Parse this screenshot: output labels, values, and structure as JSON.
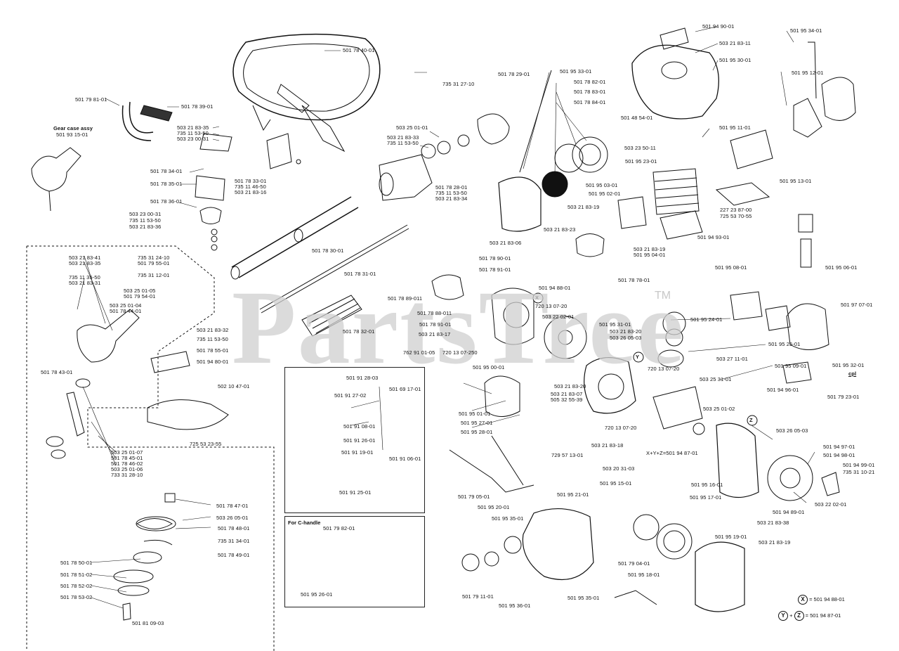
{
  "watermark": "PartsTree",
  "trademark": "TM",
  "titles": {
    "gear_case": "Gear case assy",
    "c_handle": "For C-handle",
    "cpl": "cpl",
    "xyz": "X+Y+Z=501 94 87-01"
  },
  "legend": {
    "x_symbol": "X",
    "x_part": "= 501 94 88-01",
    "y_symbol": "Y",
    "z_symbol": "Z",
    "plus": "+",
    "yz_part": "= 501 94 87-01"
  },
  "callouts": {
    "x": "X",
    "y": "Y",
    "z": "Z"
  },
  "labels": [
    "501 78 40-01",
    "501 78 39-01",
    "501 79 81-01",
    "501 93 15-01",
    "503 21 83-35",
    "735 11 53-50",
    "503 23 00-31",
    "501 78 34-01",
    "501 78 35-01",
    "501 78 36-01",
    "503 23 00-31",
    "735 11 53-50",
    "503 21 83-36",
    "501 78 33-01",
    "735 11 46-50",
    "503 21 83-16",
    "503 21 83-33",
    "735 11 53-50",
    "503 25 01-01",
    "735 31 27-10",
    "501 78 29-01",
    "501 78 28-01",
    "735 11 53-50",
    "503 21 83-34",
    "501 78 30-01",
    "501 78 31-01",
    "503 21 83-41",
    "503 21 83-35",
    "735 11 35-50",
    "503 21 83-31",
    "735 31 24-10",
    "501 79 55-01",
    "735 31 12-01",
    "503 25 01-05",
    "501 79 54-01",
    "503 25 01-04",
    "501 78 44-01",
    "503 21 83-32",
    "735 11 53-50",
    "501 78 55-01",
    "501 94 80-01",
    "501 78 43-01",
    "502 10 47-01",
    "725 53 23-55",
    "503 25 01-07",
    "501 78 45-01",
    "501 78 46-02",
    "503 25 01-06",
    "733 31 28-10",
    "501 78 32-01",
    "501 78 90-01",
    "501 78 91-01",
    "501 78 89-011",
    "501 78 88-011",
    "501 78 91-01",
    "503 21 83-17",
    "501 94 88-01",
    "720 13 07-20",
    "503 22 02-01",
    "762 91 01-05",
    "720 13 07-250",
    "501 95 00-01",
    "501 95 33-01",
    "501 78 82-01",
    "501 78 83-01",
    "501 78 84-01",
    "501 95 02-01",
    "503 21 83-19",
    "503 21 83-23",
    "503 21 83-06",
    "503 21 83-19",
    "501 95 04-01",
    "501 78 78-01",
    "501 95 03-01",
    "501 95 23-01",
    "503 23 50-11",
    "501 48 54-01",
    "501 94 90-01",
    "503 21 83-11",
    "501 95 30-01",
    "501 95 34-01",
    "501 95 12-01",
    "501 95 11-01",
    "501 95 13-01",
    "227 23 87-00",
    "725 53 70-55",
    "501 94 93-01",
    "501 95 31-01",
    "503 21 83-20",
    "503 26 05-03",
    "720 13 07-20",
    "503 21 83-20",
    "503 21 83-07",
    "505 32 55-39",
    "720 13 07-20",
    "503 21 83-18",
    "501 95 24-01",
    "501 95 25-01",
    "503 27 11-01",
    "503 25 31-01",
    "501 94 96-01",
    "503 25 01-02",
    "501 95 08-01",
    "501 95 06-01",
    "501 97 07-01",
    "501 95 09-01",
    "501 95 32-01",
    "501 79 23-01",
    "501 95 01-01",
    "501 95 27-01",
    "501 95 28-01",
    "729 57 13-01",
    "501 91 28-03",
    "501 91 27-02",
    "501 69 17-01",
    "501 91 08-01",
    "501 91 26-01",
    "501 91 19-01",
    "501 91 06-01",
    "501 91 25-01",
    "501 79 05-01",
    "501 95 20-01",
    "501 95 21-01",
    "501 95 35-01",
    "501 79 11-01",
    "501 95 36-01",
    "501 95 35-01",
    "501 79 82-01",
    "501 95 26-01",
    "501 78 47-01",
    "503 26 05-01",
    "501 78 48-01",
    "735 31 34-01",
    "501 78 49-01",
    "501 78 50-01",
    "501 78 51-02",
    "501 78 52-02",
    "501 78 53-02",
    "501 81 09-03",
    "503 20 31-03",
    "501 95 15-01",
    "501 95 16-01",
    "501 95 17-01",
    "501 79 04-01",
    "501 95 18-01",
    "501 95 19-01",
    "503 21 83-19",
    "503 21 83-38",
    "501 94 89-01",
    "503 26 05-03",
    "501 94 97-01",
    "501 94 98-01",
    "501 94 99-01",
    "735 31 10-21",
    "503 22 02-01"
  ]
}
